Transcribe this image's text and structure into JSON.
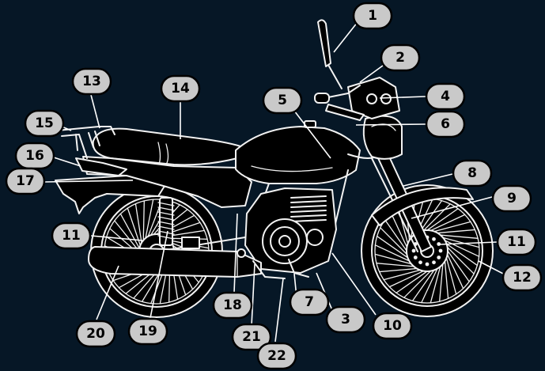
{
  "diagram": {
    "background_color": "#061726",
    "line_color": "#f2f2f2",
    "badge_color": "#c9c9c9",
    "labels": [
      {
        "text": "1",
        "target": "handlebar mirror"
      },
      {
        "text": "2",
        "target": "handlebar"
      },
      {
        "text": "3",
        "target": "engine lower"
      },
      {
        "text": "4",
        "target": "instrument cluster"
      },
      {
        "text": "5",
        "target": "fuel tank"
      },
      {
        "text": "6",
        "target": "headlight"
      },
      {
        "text": "7",
        "target": "footrest"
      },
      {
        "text": "8",
        "target": "front fender"
      },
      {
        "text": "9",
        "target": "front fork"
      },
      {
        "text": "10",
        "target": "engine front"
      },
      {
        "text": "11",
        "target": "rear disc"
      },
      {
        "text": "11",
        "target": "front disc"
      },
      {
        "text": "12",
        "target": "front tire"
      },
      {
        "text": "13",
        "target": "rear carrier"
      },
      {
        "text": "14",
        "target": "seat"
      },
      {
        "text": "15",
        "target": "rear rack"
      },
      {
        "text": "16",
        "target": "tail light"
      },
      {
        "text": "17",
        "target": "rear fender"
      },
      {
        "text": "18",
        "target": "side cover"
      },
      {
        "text": "19",
        "target": "rear shock absorber"
      },
      {
        "text": "20",
        "target": "exhaust muffler"
      },
      {
        "text": "21",
        "target": "kick starter"
      },
      {
        "text": "22",
        "target": "gear pedal"
      }
    ]
  }
}
